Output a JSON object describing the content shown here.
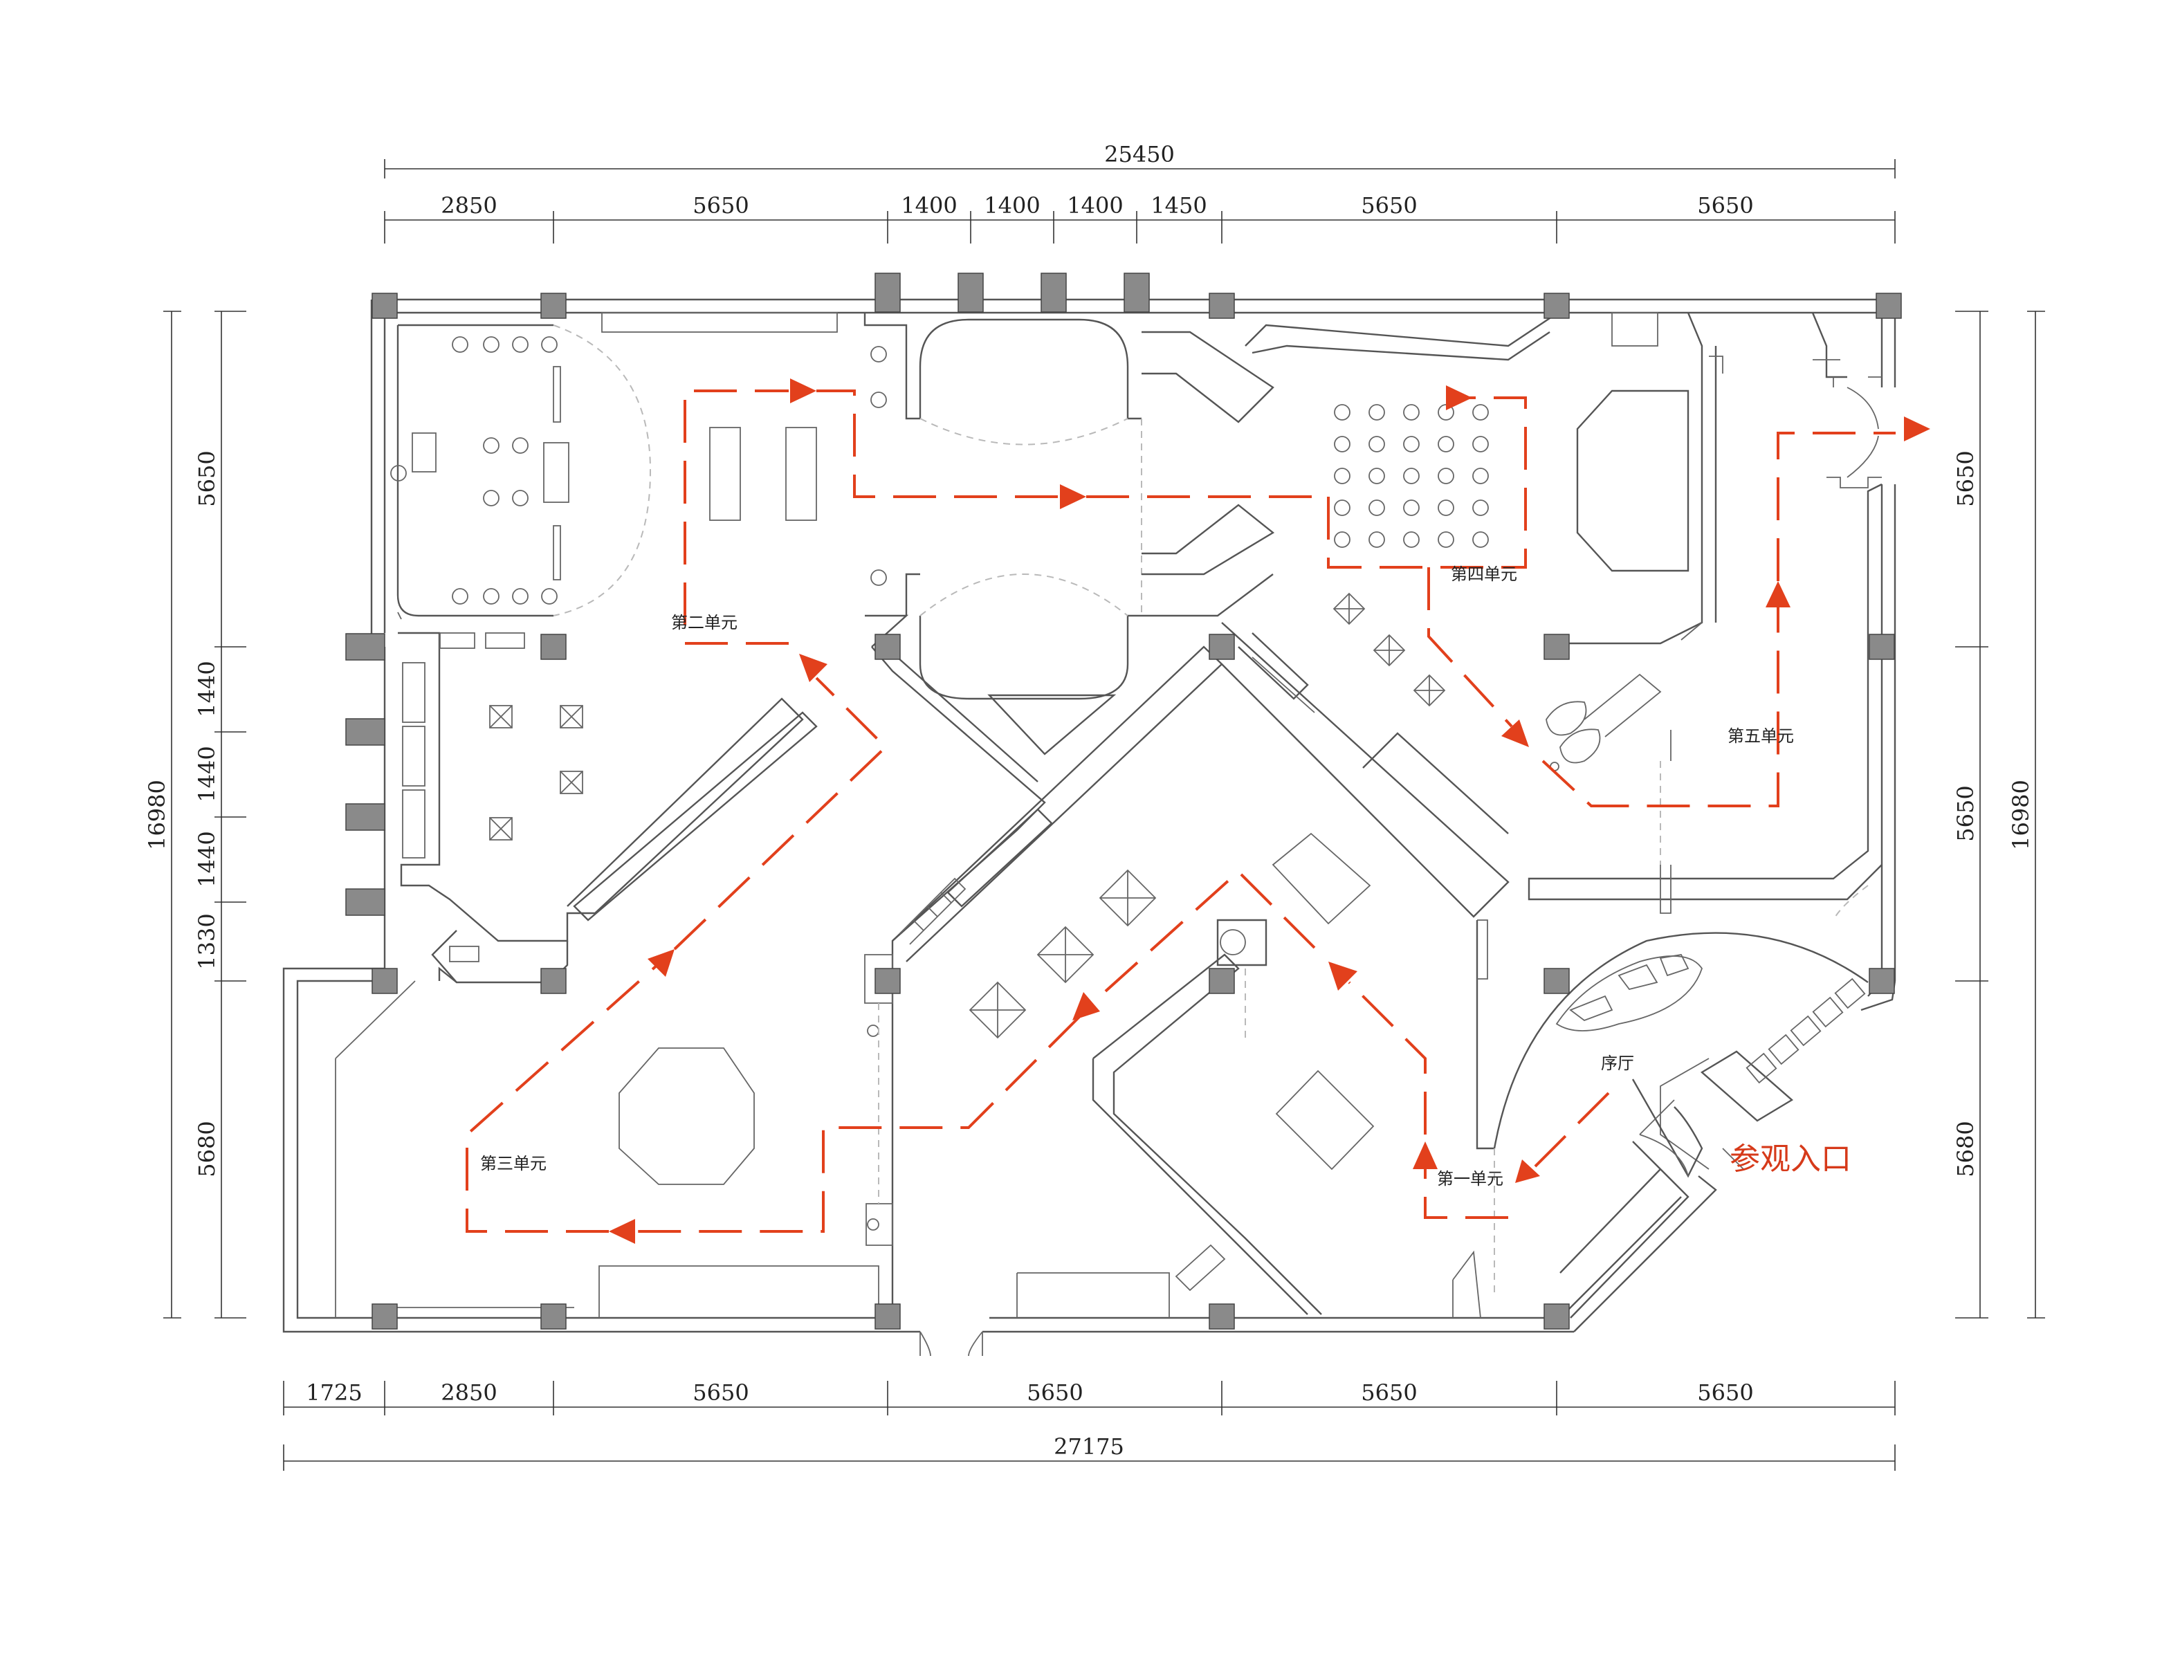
{
  "dimensions": {
    "top_total": "25450",
    "top_segments": [
      "2850",
      "5650",
      "1400",
      "1400",
      "1400",
      "1450",
      "5650",
      "5650"
    ],
    "bottom_total": "27175",
    "bottom_segments": [
      "1725",
      "2850",
      "5650",
      "5650",
      "5650",
      "5650"
    ],
    "left_total": "16980",
    "left_segments": [
      "5650",
      "1440",
      "1440",
      "1440",
      "1330",
      "5680"
    ],
    "right_total": "16980",
    "right_segments": [
      "5650",
      "5650",
      "5680"
    ]
  },
  "rooms": {
    "unit_1": "第一单元",
    "unit_2": "第二单元",
    "unit_3": "第三单元",
    "unit_4": "第四单元",
    "unit_5": "第五单元",
    "foyer": "序厅"
  },
  "entrance_label": "参观入口",
  "colors": {
    "route": "#e2401c",
    "wall": "#555555",
    "column": "#8a8a8a"
  }
}
